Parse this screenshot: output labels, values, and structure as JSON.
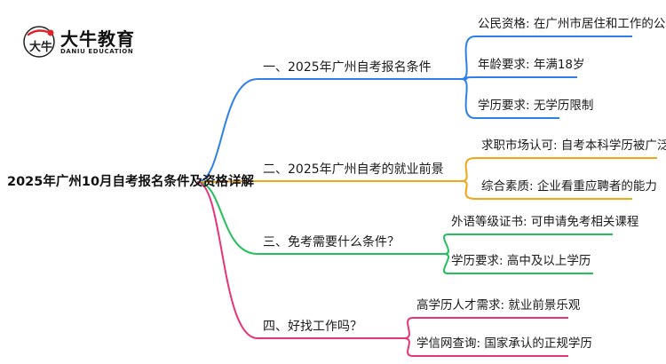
{
  "brand": {
    "name": "大牛教育",
    "subtitle": "DANIU EDUCATION",
    "mark_text": "大牛",
    "colors": {
      "mark_red": "#d9252b",
      "mark_dark": "#222222"
    }
  },
  "mindmap": {
    "root": "2025年广州10月自考报名条件及资格详解",
    "branches": [
      {
        "label": "一、2025年广州自考报名条件",
        "color": "#2f7fe8",
        "leaves": [
          "公民资格: 在广州市居住和工作的公民",
          "年龄要求: 年满18岁",
          "学历要求: 无学历限制"
        ]
      },
      {
        "label": "二、2025年广州自考的就业前景",
        "color": "#f2a516",
        "leaves": [
          "求职市场认可: 自考本科学历被广泛认可",
          "综合素质: 企业看重应聘者的能力"
        ]
      },
      {
        "label": "三、免考需要什么条件？",
        "color": "#22c05a",
        "leaves": [
          "外语等级证书: 可申请免考相关课程",
          "学历要求: 高中及以上学历"
        ]
      },
      {
        "label": "四、好找工作吗？",
        "color": "#e6337a",
        "leaves": [
          "高学历人才需求: 就业前景乐观",
          "学信网查询: 国家承认的正规学历"
        ]
      }
    ]
  }
}
